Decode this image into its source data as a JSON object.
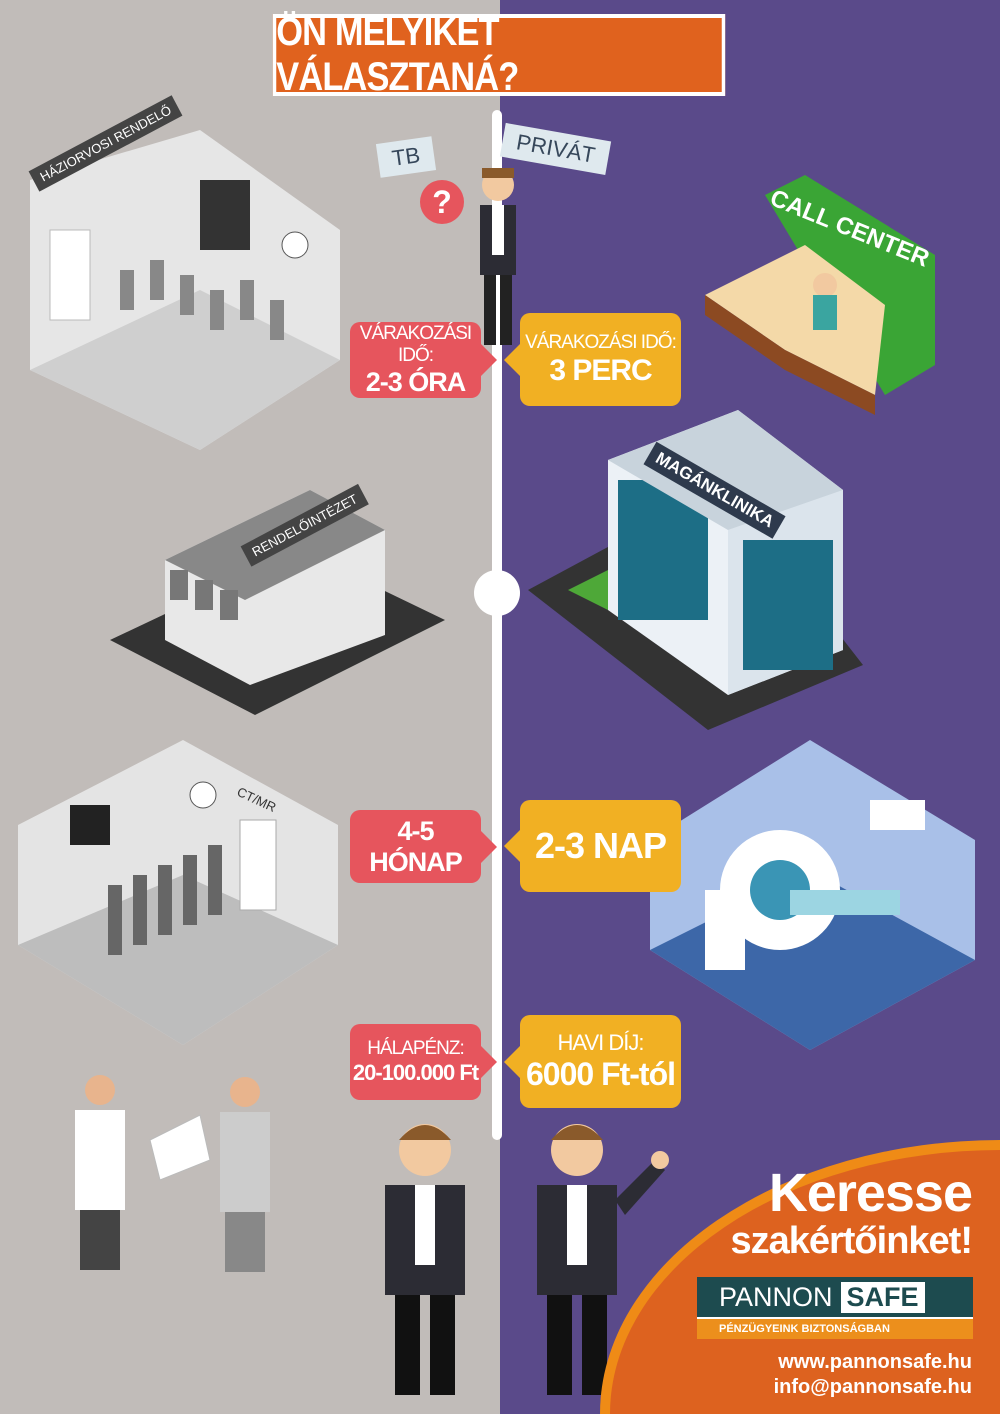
{
  "title": "ÖN MELYIKET VÁLASZTANÁ?",
  "signpost": {
    "left": "TB",
    "right": "PRIVÁT",
    "question": "?"
  },
  "left": {
    "buildings": [
      "HÁZIORVOSI RENDELŐ",
      "RENDELŐINTÉZET",
      "CT/MR"
    ],
    "tags": [
      {
        "small": "VÁRAKOZÁSI IDŐ:",
        "big": "2-3 ÓRA"
      },
      {
        "small": "",
        "big": "4-5 HÓNAP"
      },
      {
        "small": "HÁLAPÉNZ:",
        "big": "20-100.000 Ft"
      }
    ]
  },
  "right": {
    "buildings": [
      "CALL CENTER",
      "MAGÁNKLINIKA"
    ],
    "tags": [
      {
        "small": "VÁRAKOZÁSI IDŐ:",
        "big": "3 PERC"
      },
      {
        "small": "",
        "big": "2-3 NAP"
      },
      {
        "small": "HAVI DÍJ:",
        "big": "6000 Ft-tól"
      }
    ]
  },
  "cta": {
    "line1": "Keresse",
    "line2": "szakértőinket!"
  },
  "logo": {
    "pannon": "PANNON",
    "safe": "SAFE",
    "slogan": "PÉNZÜGYEINK BIZTONSÁGBAN"
  },
  "contact": {
    "web": "www.pannonsafe.hu",
    "email": "info@pannonsafe.hu"
  },
  "colors": {
    "left_bg": "#c1bcb9",
    "right_bg": "#5a4a8a",
    "orange": "#dd621f",
    "red": "#e6555d",
    "yellow": "#f1b023"
  }
}
